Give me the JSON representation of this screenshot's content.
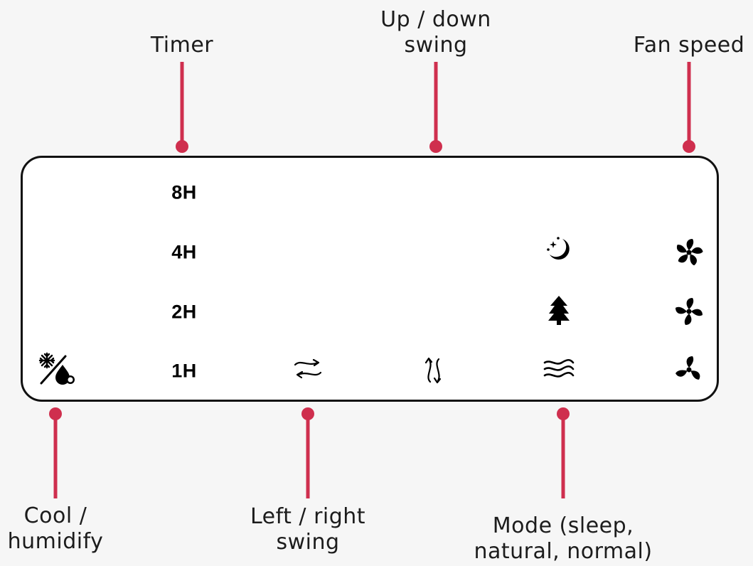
{
  "callouts": {
    "timer": "Timer",
    "updown_line1": "Up / down",
    "updown_line2": "swing",
    "fanspeed": "Fan speed",
    "cool_line1": "Cool /",
    "cool_line2": "humidify",
    "leftright_line1": "Left / right",
    "leftright_line2": "swing",
    "mode_line1": "Mode (sleep,",
    "mode_line2": "natural, normal)"
  },
  "timer_levels": [
    "8H",
    "4H",
    "2H",
    "1H"
  ],
  "icons": {
    "cool_humidify": "snowflake-drop-icon",
    "left_right_swing": "left-right-swing-icon",
    "up_down_swing": "up-down-swing-icon",
    "sleep_mode": "moon-stars-icon",
    "natural_mode": "tree-icon",
    "normal_mode": "waves-icon",
    "fan_high": "fan-high-icon",
    "fan_medium": "fan-medium-icon",
    "fan_low": "fan-low-icon"
  },
  "colors": {
    "callout": "#cf2f4e",
    "panel_border": "#111111",
    "background": "#f6f6f6"
  }
}
